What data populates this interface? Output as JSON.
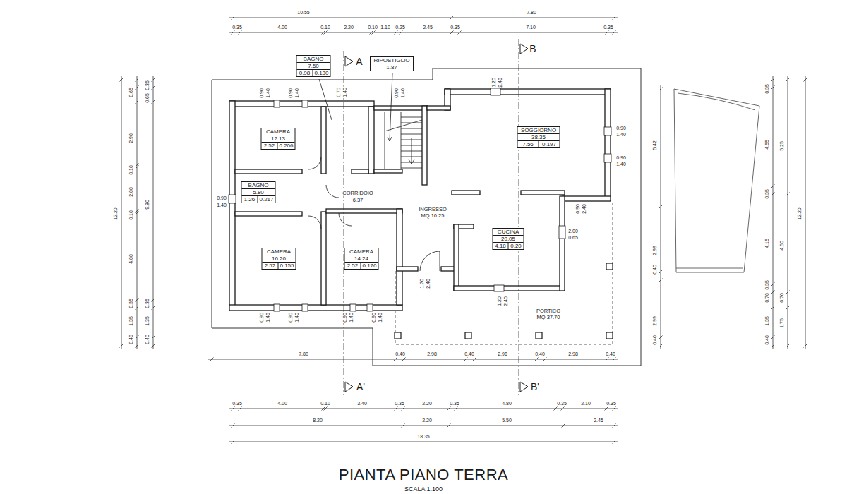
{
  "diagram": {
    "title": "PIANTA PIANO TERRA",
    "caption": "SCALA 1:100",
    "nodes": [
      {
        "text": [
          "BAGNO",
          "7.50",
          "0.98",
          "0.130"
        ]
      },
      {
        "text": [
          "RIPOSTIGLIO",
          "1.87"
        ]
      },
      {
        "text": [
          "CAMERA",
          "12.13",
          "2.52",
          "0.206"
        ]
      },
      {
        "text": [
          "SOGGIORNO",
          "38.35",
          "7.56",
          "0.197"
        ]
      },
      {
        "text": [
          "BAGNO",
          "5.80",
          "1.26",
          "0.217"
        ]
      },
      {
        "text": [
          "CUCINA",
          "20.05",
          "4.18",
          "0.20"
        ]
      },
      {
        "text": [
          "CAMERA",
          "16.20",
          "2.52",
          "0.155"
        ]
      },
      {
        "text": [
          "CAMERA",
          "14.24",
          "2.52",
          "0.176"
        ]
      }
    ],
    "labels": [
      "10.55",
      "7.80",
      "0.35",
      "4.00",
      "0.10",
      "2.20",
      "0.10",
      "1.10",
      "0.25",
      "2.45",
      "0.35",
      "7.10",
      "0.35",
      "A",
      "B",
      "A'",
      "B'",
      "CORRIDOIO",
      "6.37",
      "INGRESSO",
      "MQ 10.25",
      "PORTICO",
      "MQ 37.70",
      "0.90",
      "1.40",
      "0.90",
      "1.40",
      "0.70",
      "1.40",
      "0.90",
      "1.40",
      "1.20",
      "2.40",
      "0.90",
      "1.40",
      "0.90",
      "1.40",
      "0.90",
      "1.40",
      "0.90",
      "2.40",
      "2.00",
      "0.65",
      "1.70",
      "2.40",
      "1.20",
      "2.40",
      "0.90",
      "1.40",
      "0.90",
      "1.40",
      "0.90",
      "1.40",
      "0.90",
      "1.40",
      "0.65",
      "2.90",
      "0.10",
      "2.00",
      "0.10",
      "4.00",
      "0.35",
      "1.35",
      "0.40",
      "0.35",
      "0.65",
      "9.80",
      "0.35",
      "1.35",
      "0.40",
      "12.20",
      "5.42",
      "2.99",
      "0.40",
      "2.99",
      "0.40",
      "0.35",
      "4.55",
      "0.35",
      "4.15",
      "0.35",
      "0.70",
      "1.35",
      "0.40",
      "5.25",
      "4.50",
      "0.70",
      "1.75",
      "12.20",
      "7.80",
      "0.40",
      "2.98",
      "0.40",
      "2.98",
      "0.40",
      "2.98",
      "0.40",
      "0.35",
      "4.00",
      "0.10",
      "3.40",
      "0.35",
      "2.20",
      "0.35",
      "4.80",
      "0.35",
      "2.10",
      "0.35",
      "8.20",
      "2.20",
      "5.50",
      "2.45",
      "18.35"
    ]
  }
}
